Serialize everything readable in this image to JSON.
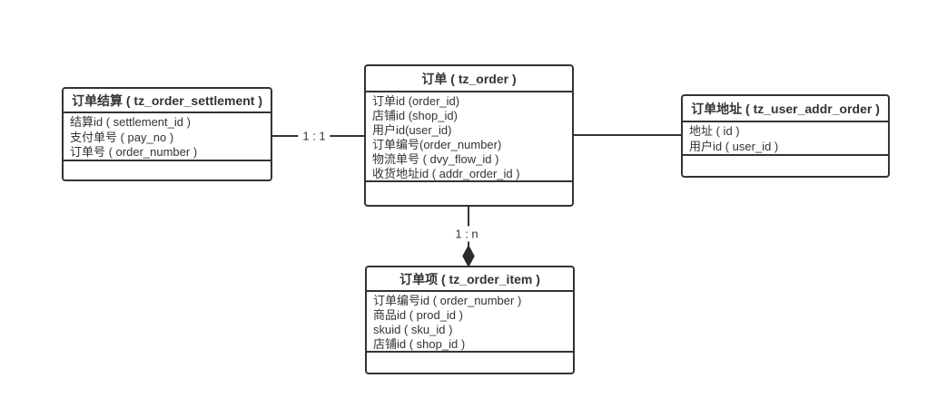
{
  "diagram": {
    "colors": {
      "border": "#333333",
      "text": "#333333",
      "line": "#333333",
      "fill": "#ffffff",
      "background": "#ffffff"
    },
    "entities": [
      {
        "id": "order-settlement",
        "title": "订单结算 ( tz_order_settlement )",
        "fields": [
          "结算id ( settlement_id )",
          "支付单号 ( pay_no )",
          "订单号 ( order_number )"
        ]
      },
      {
        "id": "order",
        "title": "订单 ( tz_order )",
        "fields": [
          "订单id (order_id)",
          "店铺id (shop_id)",
          "用户id(user_id)",
          "订单编号(order_number)",
          "物流单号 ( dvy_flow_id )",
          "收货地址id ( addr_order_id )"
        ]
      },
      {
        "id": "user-addr-order",
        "title": "订单地址 ( tz_user_addr_order )",
        "fields": [
          "地址 ( id )",
          "用户id ( user_id )"
        ]
      },
      {
        "id": "order-item",
        "title": "订单项 ( tz_order_item )",
        "fields": [
          "订单编号id ( order_number )",
          "商品id ( prod_id )",
          "skuid ( sku_id )",
          "店铺id ( shop_id )"
        ]
      }
    ],
    "relations": [
      {
        "from": "order-settlement",
        "to": "order",
        "label": "1 : 1",
        "arrow": "none"
      },
      {
        "from": "order",
        "to": "user-addr-order",
        "label": "",
        "arrow": "none"
      },
      {
        "from": "order",
        "to": "order-item",
        "label": "1 : n",
        "arrow": "filled-diamond"
      }
    ]
  }
}
